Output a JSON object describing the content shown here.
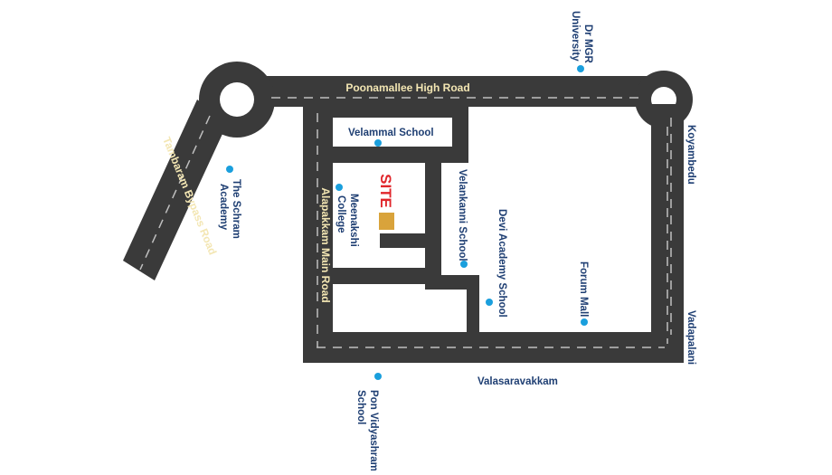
{
  "colors": {
    "road": "#3a3a3a",
    "lane_marking": "#bfbfbf",
    "road_label": "#f3e6b3",
    "place_label": "#1f3f73",
    "marker": "#1a9fdd",
    "site_block": "#d9a33b",
    "site_text": "#e0262b"
  },
  "roads": {
    "poonamallee": "Poonamallee High Road",
    "tambaram": "Tambaram Bypass Road",
    "alapakkam": "Alapakkam Main Road"
  },
  "site": {
    "label": "SITE"
  },
  "places": {
    "dr_mgr_line1": "Dr MGR",
    "dr_mgr_line2": "University",
    "koyambedu": "Koyambedu",
    "vadapalani": "Vadapalani",
    "valasaravakkam": "Valasaravakkam",
    "velammal": "Velammal School",
    "schram_line1": "The Schram",
    "schram_line2": "Academy",
    "meenakshi_line1": "Meenakshi",
    "meenakshi_line2": "College",
    "velankanni": "Velankanni School",
    "devi": "Devi Academy School",
    "forum": "Forum Mall",
    "pon_line1": "Pon Vidyashram",
    "pon_line2": "School"
  }
}
